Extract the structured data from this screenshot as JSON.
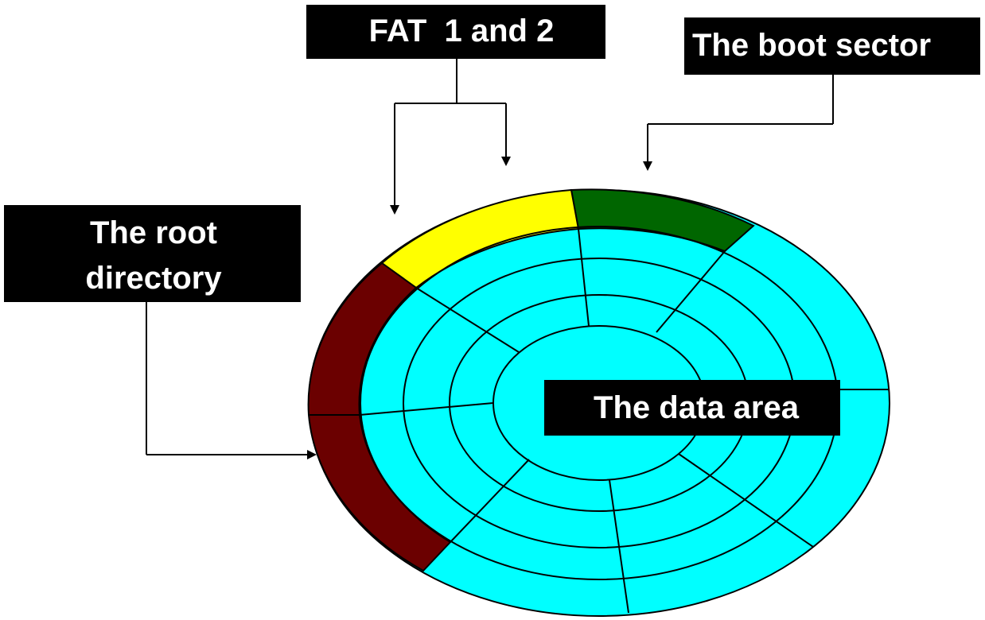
{
  "labels": {
    "fat": "FAT  1 and 2",
    "boot": "The boot sector",
    "root_line1": "The root",
    "root_line2": "directory",
    "data": "The data area"
  },
  "colors": {
    "data_area": "#00FFFF",
    "boot_sector": "#006600",
    "fat": "#FFFF00",
    "root_directory": "#6B0000",
    "label_bg": "#000000",
    "label_text": "#FFFFFF",
    "lines": "#000000"
  }
}
